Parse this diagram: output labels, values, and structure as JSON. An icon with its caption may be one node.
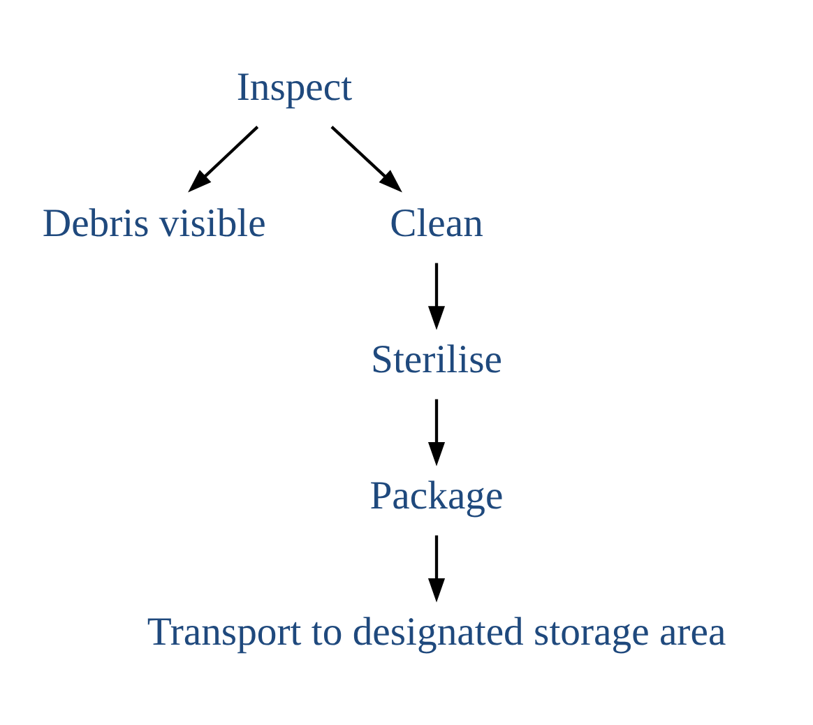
{
  "diagram": {
    "nodes": [
      {
        "text": [
          "Inspect"
        ]
      },
      {
        "text": [
          "Debris visible"
        ]
      },
      {
        "text": [
          "Clean"
        ]
      },
      {
        "text": [
          "Sterilise"
        ]
      },
      {
        "text": [
          "Package"
        ]
      },
      {
        "text": [
          "Transport to designated storage area"
        ]
      }
    ],
    "edges": [
      {
        "from": 0,
        "to": 1,
        "arrow": "to"
      },
      {
        "from": 0,
        "to": 2,
        "arrow": "to"
      },
      {
        "from": 2,
        "to": 3,
        "arrow": "to"
      },
      {
        "from": 3,
        "to": 4,
        "arrow": "to"
      },
      {
        "from": 4,
        "to": 5,
        "arrow": "to"
      }
    ]
  }
}
